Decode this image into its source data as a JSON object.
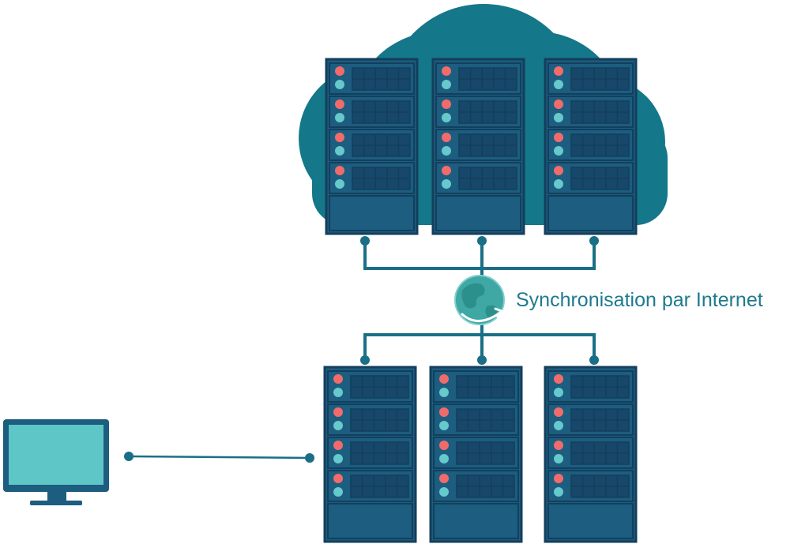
{
  "sync_label": "Synchronisation par Internet",
  "colors": {
    "cloud": "#14778a",
    "server_body": "#1c5d80",
    "server_dark": "#133f5c",
    "server_cell": "#17486a",
    "led_red": "#f26b6b",
    "led_cyan": "#66c9cc",
    "line": "#1a6f86",
    "monitor_frame": "#1c5d80",
    "monitor_screen": "#5fc6c8",
    "globe": "#3fa7a4"
  },
  "groups": {
    "cloud_servers": {
      "count": 3,
      "slots_per_server": 4
    },
    "local_servers": {
      "count": 3,
      "slots_per_server": 4
    }
  }
}
